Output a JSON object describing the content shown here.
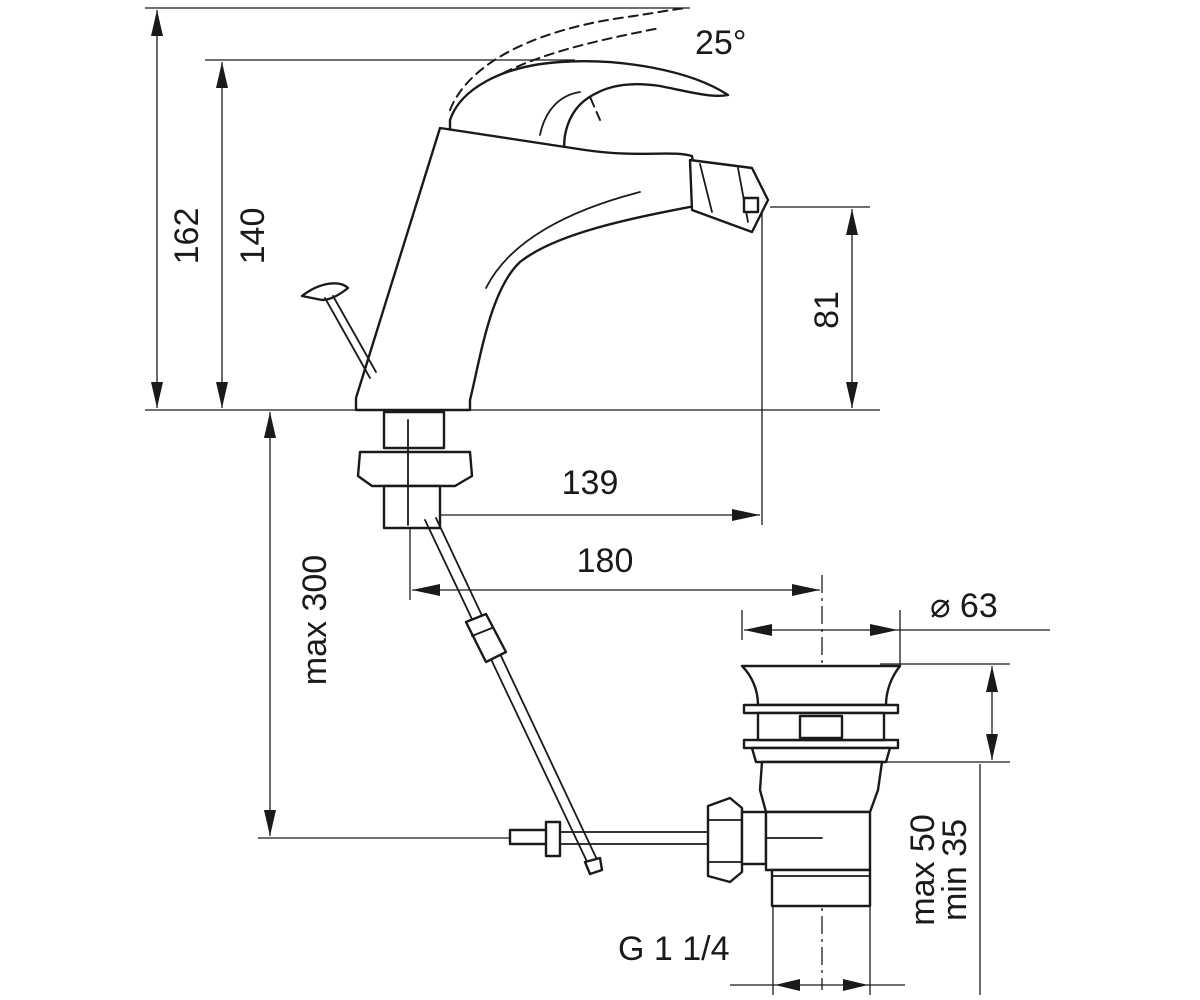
{
  "labels": {
    "lever_angle": "25°",
    "total_height": "162",
    "body_height": "140",
    "spout_height": "81",
    "spout_reach": "139",
    "rod_reach": "180",
    "max_rod": "max 300",
    "drain_diameter": "⌀ 63",
    "drain_max": "max 50",
    "drain_min": "min 35",
    "thread": "G 1 1/4"
  },
  "colors": {
    "line": "#1a1a1a",
    "background": "#ffffff"
  }
}
